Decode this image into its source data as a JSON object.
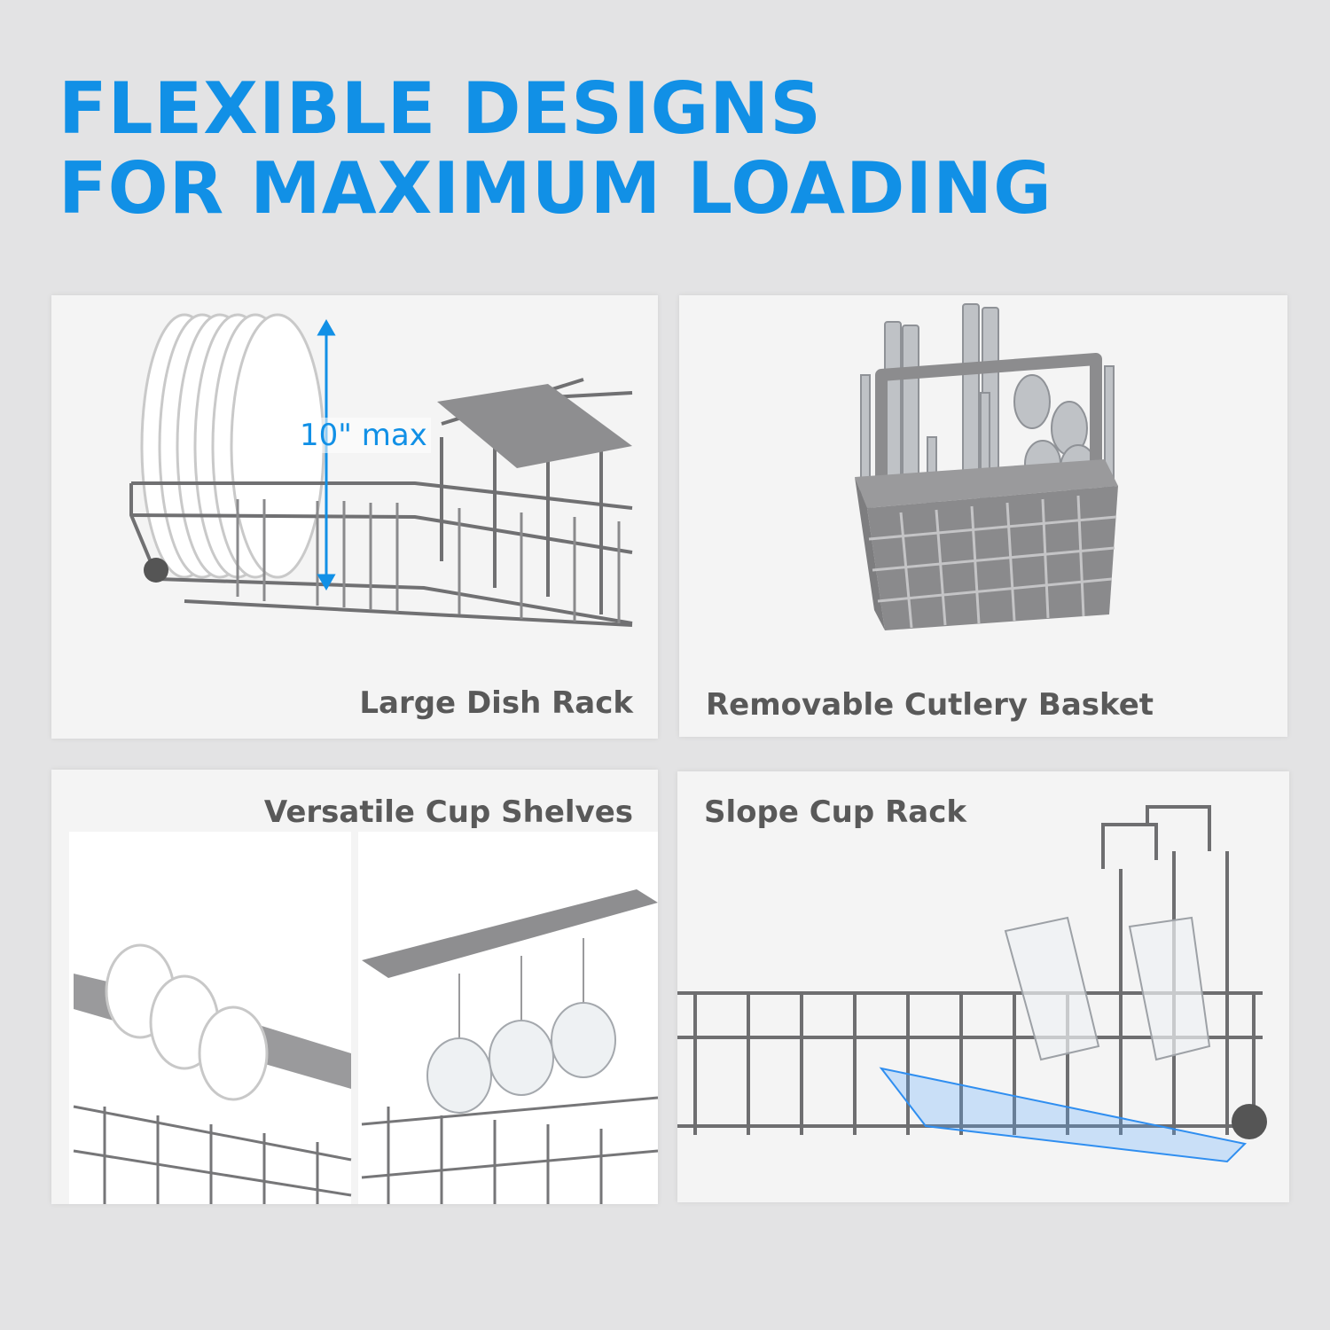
{
  "headline": {
    "line1": "FLEXIBLE DESIGNS",
    "line2": "FOR MAXIMUM LOADING"
  },
  "panels": [
    {
      "caption": "Large Dish Rack",
      "annotation": "10\" max",
      "illustration": "dish-rack-with-plates"
    },
    {
      "caption": "Removable Cutlery Basket",
      "illustration": "cutlery-basket"
    },
    {
      "caption": "Versatile Cup Shelves",
      "illustration": "cup-shelves-with-cups-and-wine-glasses"
    },
    {
      "caption": "Slope Cup Rack",
      "illustration": "slope-rack-with-glasses"
    }
  ],
  "colors": {
    "accent": "#1190e6",
    "background": "#e3e3e4",
    "panel": "#f4f4f4",
    "caption": "#595959",
    "wire": "#6e6e70"
  }
}
